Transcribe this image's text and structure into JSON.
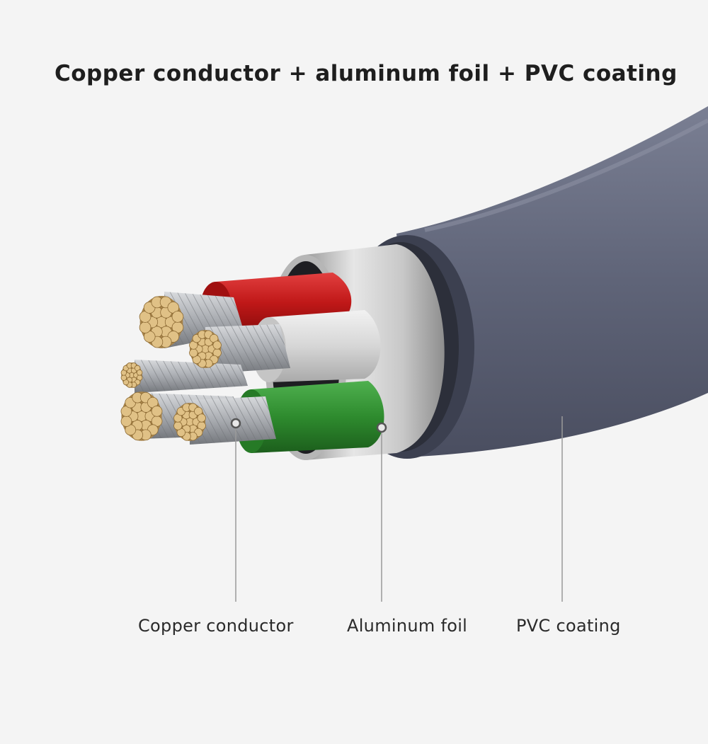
{
  "title": "Copper conductor + aluminum foil + PVC coating",
  "labels": {
    "copper": "Copper conductor",
    "foil": "Aluminum foil",
    "pvc": "PVC coating"
  },
  "colors": {
    "background": "#f4f4f4",
    "pvc_jacket": "#5f6478",
    "aluminum_foil": "#c4c4c4",
    "copper": "#e0c186",
    "wire_red": "#c01818",
    "wire_white": "#dadada",
    "wire_green": "#2e8b2e",
    "strand_silver": "#b5b8bc"
  }
}
